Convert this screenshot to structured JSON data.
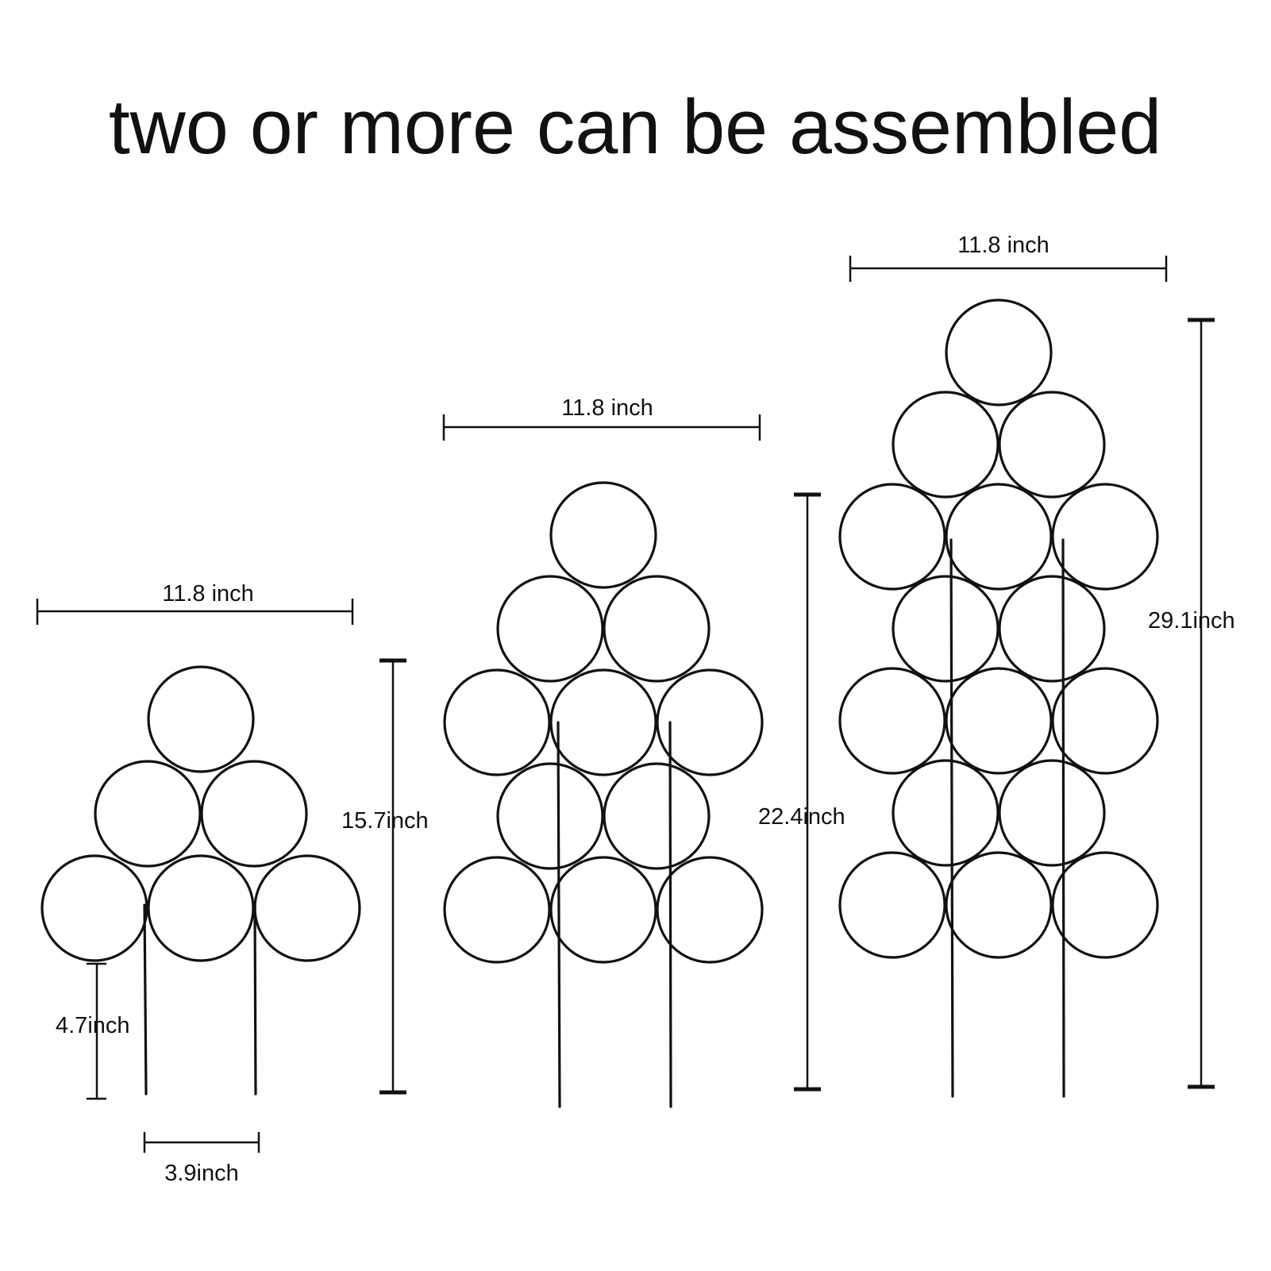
{
  "title": "two or more can be assembled",
  "trellises": [
    {
      "rows": 3,
      "width_label": "11.8 inch",
      "height_label": "15.7inch",
      "stake_length_label": "4.7inch",
      "stake_spacing_label": "3.9inch"
    },
    {
      "rows": 5,
      "width_label": "11.8 inch",
      "height_label": "22.4inch"
    },
    {
      "rows": 7,
      "width_label": "11.8 inch",
      "height_label": "29.1inch"
    }
  ],
  "line_color": "#111111",
  "background_color": "#ffffff"
}
